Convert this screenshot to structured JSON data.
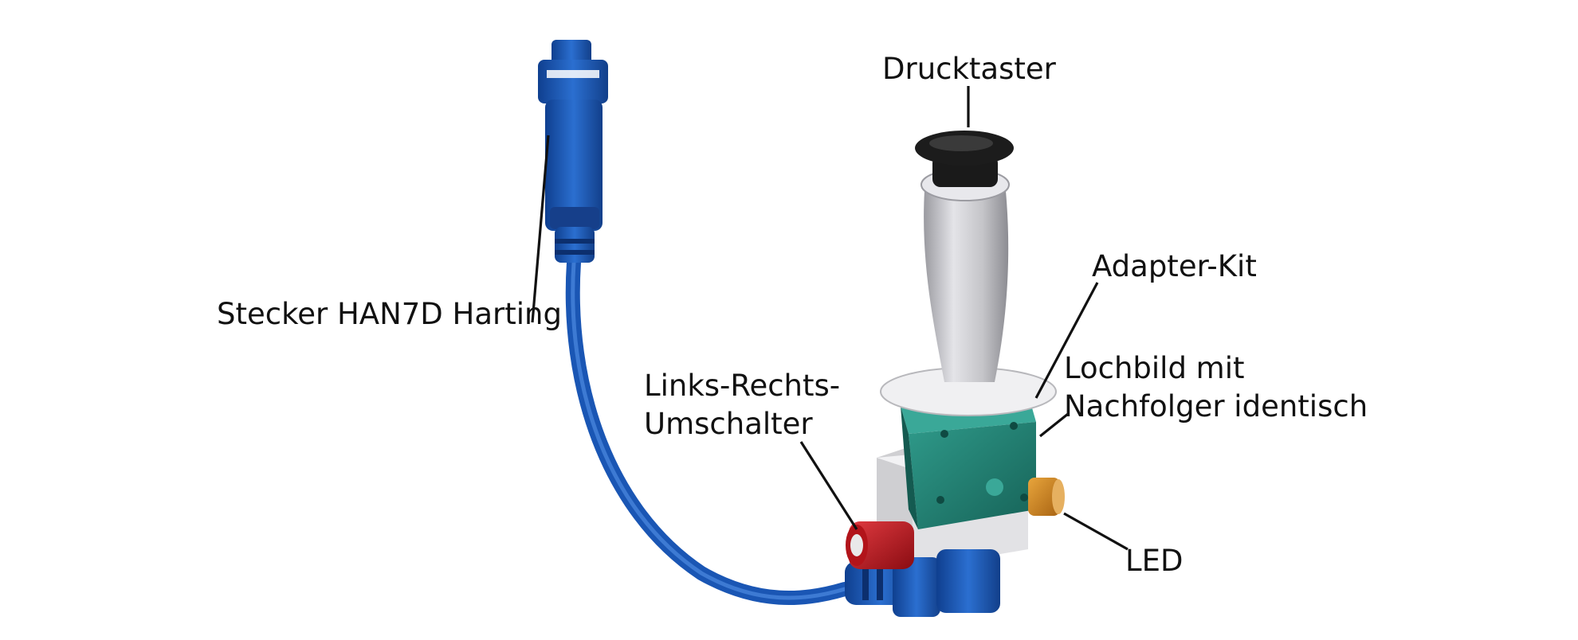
{
  "labels": {
    "drucktaster": "Drucktaster",
    "adapter_kit": "Adapter-Kit",
    "lochbild_line1": "Lochbild mit",
    "lochbild_line2": "Nachfolger identisch",
    "stecker": "Stecker HAN7D Harting",
    "umschalter_line1": "Links-Rechts-",
    "umschalter_line2": "Umschalter",
    "led": "LED"
  },
  "colors": {
    "cable_blue": "#1f5fc0",
    "cable_dark": "#0f3f8f",
    "housing_green": "#1f7a6e",
    "housing_light": "#2f9a8a",
    "grip_grey": "#c8c8cc",
    "knob_black": "#151515",
    "body_white": "#e6e6e6",
    "switch_red": "#c0141c",
    "led_orange": "#d2891f"
  }
}
